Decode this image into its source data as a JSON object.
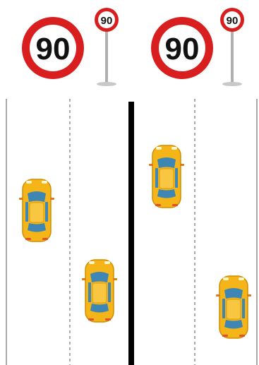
{
  "signs": {
    "left": {
      "big_value": "90",
      "small_value": "90"
    },
    "right": {
      "big_value": "90",
      "small_value": "90"
    }
  },
  "colors": {
    "sign_red": "#d81e1e",
    "car_body": "#f5b417",
    "car_glass": "#3e86b4",
    "divider": "#000000",
    "lane_line": "#555555"
  }
}
